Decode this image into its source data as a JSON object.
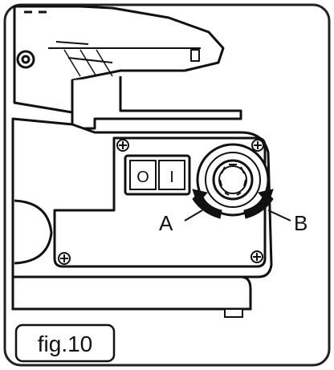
{
  "figure": {
    "caption": "fig.10",
    "callouts": [
      {
        "id": "A",
        "label": "A"
      },
      {
        "id": "B",
        "label": "B"
      }
    ],
    "switch": {
      "off_symbol": "O",
      "on_symbol": "I"
    }
  },
  "colors": {
    "ink": "#111111",
    "paper": "#ffffff",
    "frame": "#222222"
  }
}
